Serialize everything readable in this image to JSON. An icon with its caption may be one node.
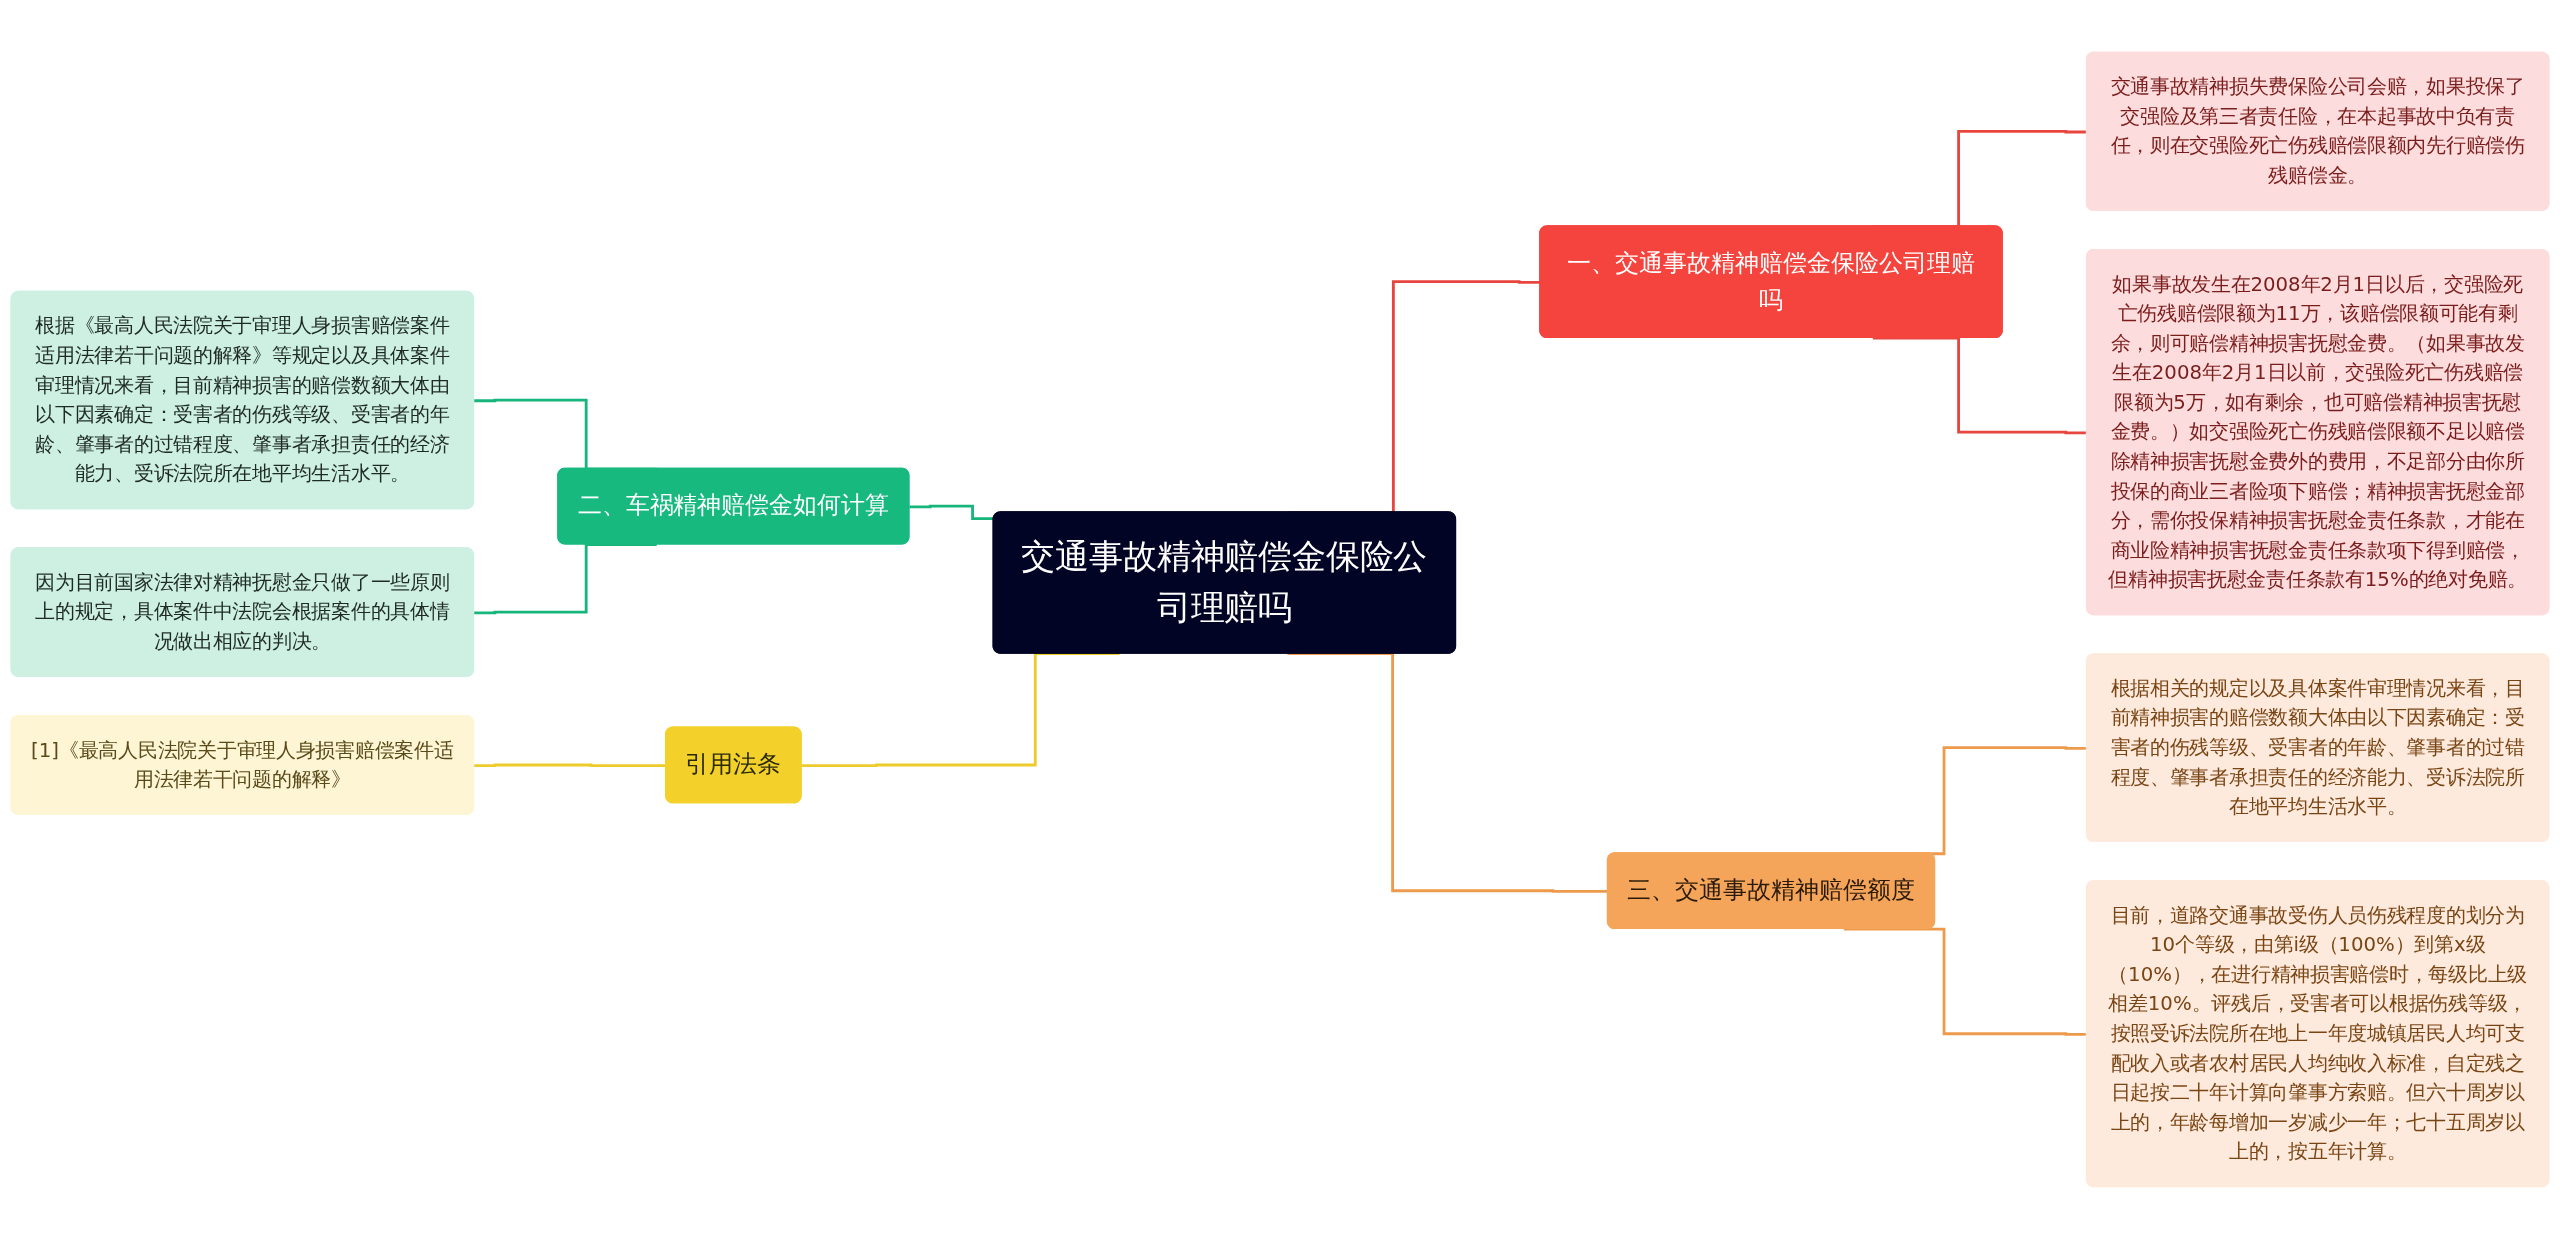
{
  "diagram": {
    "nodes": [
      {
        "text": [
          "交通事故精神赔偿金保险公司理赔吗"
        ]
      },
      {
        "text": [
          "一、交通事故精神赔偿金保险公司理赔吗"
        ]
      },
      {
        "text": [
          "交通事故精神损失费保险公司会赔，如果投保了交强险及第三者责任险，在本起事故中负有责任，则在交强险死亡伤残赔偿限额内先行赔偿伤残赔偿金。"
        ]
      },
      {
        "text": [
          "如果事故发生在2008年2月1日以后，交强险死亡伤残赔偿限额为11万，该赔偿限额可能有剩余，则可赔偿精神损害抚慰金费。（如果事故发生在2008年2月1日以前，交强险死亡伤残赔偿限额为5万，如有剩余，也可赔偿精神损害抚慰金费。）如交强险死亡伤残赔偿限额不足以赔偿除精神损害抚慰金费外的费用，不足部分由你所投保的商业三者险项下赔偿；精神损害抚慰金部分，需你投保精神损害抚慰金责任条款，才能在商业险精神损害抚慰金责任条款项下得到赔偿，但精神损害抚慰金责任条款有15%的绝对免赔。"
        ]
      },
      {
        "text": [
          "三、交通事故精神赔偿额度"
        ]
      },
      {
        "text": [
          "根据相关的规定以及具体案件审理情况来看，目前精神损害的赔偿数额大体由以下因素确定：受害者的伤残等级、受害者的年龄、肇事者的过错程度、肇事者承担责任的经济能力、受诉法院所在地平均生活水平。"
        ]
      },
      {
        "text": [
          "目前，道路交通事故受伤人员伤残程度的划分为10个等级，由第i级（100%）到第x级（10%），在进行精神损害赔偿时，每级比上级相差10%。评残后，受害者可以根据伤残等级，按照受诉法院所在地上一年度城镇居民人均可支配收入或者农村居民人均纯收入标准，自定残之日起按二十年计算向肇事方索赔。但六十周岁以上的，年龄每增加一岁减少一年；七十五周岁以上的，按五年计算。"
        ]
      },
      {
        "text": [
          "二、车祸精神赔偿金如何计算"
        ]
      },
      {
        "text": [
          "根据《最高人民法院关于审理人身损害赔偿案件适用法律若干问题的解释》等规定以及具体案件审理情况来看，目前精神损害的赔偿数额大体由以下因素确定：受害者的伤残等级、受害者的年龄、肇事者的过错程度、肇事者承担责任的经济能力、受诉法院所在地平均生活水平。"
        ]
      },
      {
        "text": [
          "因为目前国家法律对精神抚慰金只做了一些原则上的规定，具体案件中法院会根据案件的具体情况做出相应的判决。"
        ]
      },
      {
        "text": [
          "引用法条"
        ]
      },
      {
        "text": [
          "[1]《最高人民法院关于审理人身损害赔偿案件适用法律若干问题的解释》"
        ]
      }
    ],
    "edges": [
      {
        "from": 0,
        "to": 1,
        "arrow": "none",
        "color": "#e8453f"
      },
      {
        "from": 1,
        "to": 2,
        "arrow": "none",
        "color": "#e8453f"
      },
      {
        "from": 1,
        "to": 3,
        "arrow": "none",
        "color": "#e8453f"
      },
      {
        "from": 0,
        "to": 4,
        "arrow": "none",
        "color": "#ee9a4c"
      },
      {
        "from": 4,
        "to": 5,
        "arrow": "none",
        "color": "#ee9a4c"
      },
      {
        "from": 4,
        "to": 6,
        "arrow": "none",
        "color": "#ee9a4c"
      },
      {
        "from": 7,
        "to": 0,
        "arrow": "none",
        "color": "#17b57c"
      },
      {
        "from": 8,
        "to": 7,
        "arrow": "none",
        "color": "#17b57c"
      },
      {
        "from": 9,
        "to": 7,
        "arrow": "none",
        "color": "#17b57c"
      },
      {
        "from": 10,
        "to": 0,
        "arrow": "none",
        "color": "#edcb2b"
      },
      {
        "from": 11,
        "to": 10,
        "arrow": "none",
        "color": "#edcb2b"
      }
    ]
  }
}
